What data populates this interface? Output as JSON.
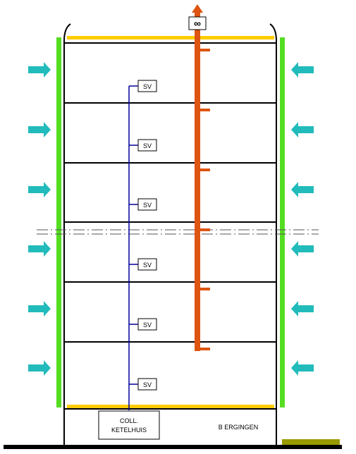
{
  "diagram": {
    "vent_symbol": "∞",
    "valve_label": "SV",
    "valve_count": 6,
    "boiler_label_line1": "COLL.",
    "boiler_label_line2": "KETELHUIS",
    "storage_label": "B ERGINGEN",
    "arrow_rows": 6
  },
  "colors": {
    "outline": "#000000",
    "facade_insulation": "#55dd22",
    "roof_floor_insulation": "#ffcc00",
    "exhaust_duct": "#dd5511",
    "water_pipe": "#000099",
    "air_arrow": "#22bbbb",
    "ground_strip": "#999900"
  }
}
